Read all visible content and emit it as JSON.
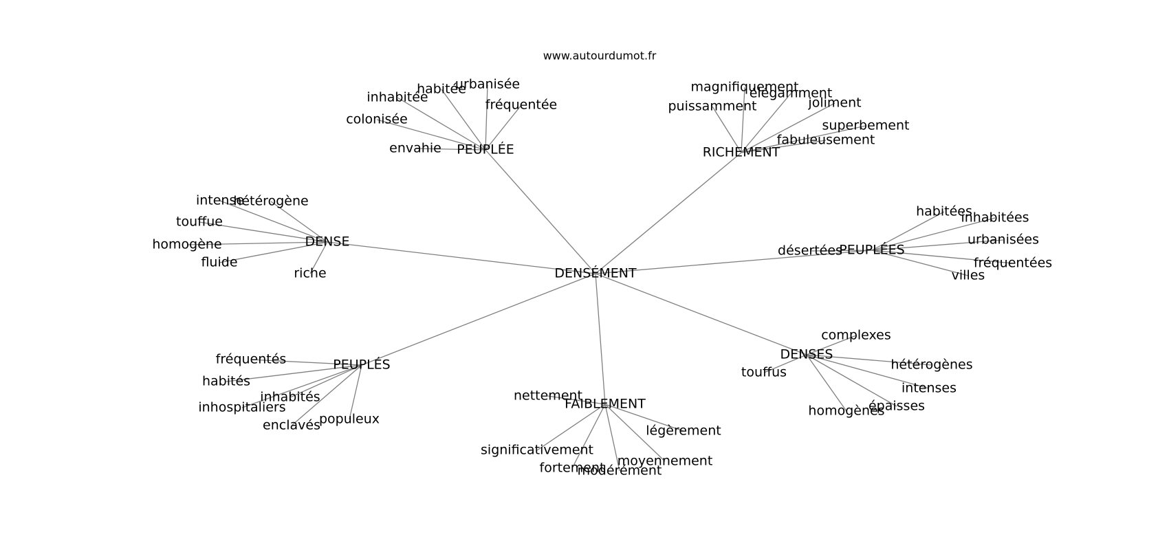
{
  "site": "www.autourdumot.fr",
  "center": "DENSÉMENT",
  "groups": [
    {
      "hub": "PEUPLÉE",
      "leaves": [
        "urbanisée",
        "habitée",
        "inhabitée",
        "fréquentée",
        "colonisée",
        "envahie"
      ]
    },
    {
      "hub": "RICHEMENT",
      "leaves": [
        "magnifiquement",
        "élégamment",
        "puissamment",
        "joliment",
        "superbement",
        "fabuleusement"
      ]
    },
    {
      "hub": "DENSE",
      "leaves": [
        "intense",
        "hétérogène",
        "touffue",
        "homogène",
        "fluide",
        "riche"
      ]
    },
    {
      "hub": "PEUPLÉES",
      "leaves": [
        "habitées",
        "inhabitées",
        "urbanisées",
        "désertées",
        "fréquentées",
        "villes"
      ]
    },
    {
      "hub": "PEUPLÉS",
      "leaves": [
        "fréquentés",
        "habités",
        "inhabités",
        "inhospitaliers",
        "enclavés",
        "populeux"
      ]
    },
    {
      "hub": "FAIBLEMENT",
      "leaves": [
        "nettement",
        "légèrement",
        "significativement",
        "moyennement",
        "fortement",
        "modérément"
      ]
    },
    {
      "hub": "DENSES",
      "leaves": [
        "complexes",
        "touffus",
        "hétérogènes",
        "intenses",
        "épaisses",
        "homogènes"
      ]
    }
  ]
}
